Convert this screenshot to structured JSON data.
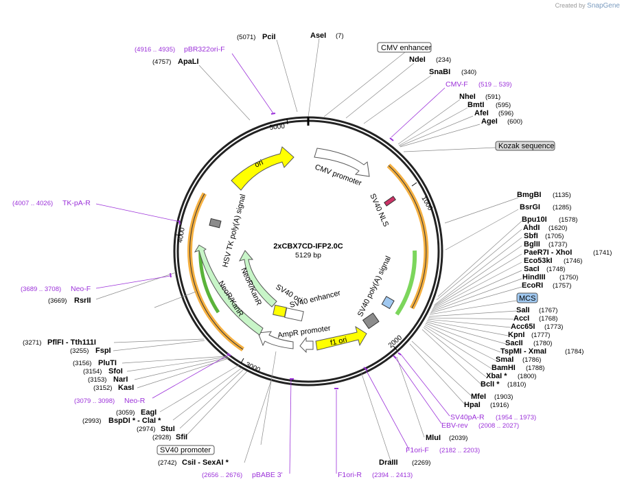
{
  "credit": {
    "prefix": "Created by",
    "brand": "SnapGene"
  },
  "plasmid": {
    "name": "2xCBX7CD-IFP2.0C",
    "size": "5129 bp"
  },
  "ticks": [
    "1000",
    "2000",
    "3000",
    "4000",
    "5000"
  ],
  "features_on_map": [
    "CMV promoter",
    "SV40 NLS",
    "SV40 poly(A) signal",
    "f1 ori",
    "AmpR promoter",
    "SV40 enhancer",
    "SV40 ori",
    "NeoR/KanR",
    "NeoR/KanR",
    "HSV TK poly(A) signal",
    "ori"
  ],
  "feature_labels": [
    "CMV enhancer",
    "Kozak sequence",
    "MCS",
    "SV40 promoter"
  ],
  "enzymes": [
    {
      "name": "AseI",
      "pos": "(7)"
    },
    {
      "name": "PciI",
      "pos": "(5071)"
    },
    {
      "name": "ApaLI",
      "pos": "(4757)"
    },
    {
      "name": "NdeI",
      "pos": "(234)"
    },
    {
      "name": "SnaBI",
      "pos": "(340)"
    },
    {
      "name": "NheI",
      "pos": "(591)"
    },
    {
      "name": "BmtI",
      "pos": "(595)"
    },
    {
      "name": "AfeI",
      "pos": "(596)"
    },
    {
      "name": "AgeI",
      "pos": "(600)"
    },
    {
      "name": "BmgBI",
      "pos": "(1135)"
    },
    {
      "name": "BsrGI",
      "pos": "(1285)"
    },
    {
      "name": "Bpu10I",
      "pos": "(1578)"
    },
    {
      "name": "AhdI",
      "pos": "(1620)"
    },
    {
      "name": "SbfI",
      "pos": "(1705)"
    },
    {
      "name": "BglII",
      "pos": "(1737)"
    },
    {
      "name": "PaeR7I  - XhoI",
      "pos": "(1741)"
    },
    {
      "name": "Eco53kI",
      "pos": "(1746)"
    },
    {
      "name": "SacI",
      "pos": "(1748)"
    },
    {
      "name": "HindIII",
      "pos": "(1750)"
    },
    {
      "name": "EcoRI",
      "pos": "(1757)"
    },
    {
      "name": "SalI",
      "pos": "(1767)"
    },
    {
      "name": "AccI",
      "pos": "(1768)"
    },
    {
      "name": "Acc65I",
      "pos": "(1773)"
    },
    {
      "name": "KpnI",
      "pos": "(1777)"
    },
    {
      "name": "SacII",
      "pos": "(1780)"
    },
    {
      "name": "TspMI  - XmaI",
      "pos": "(1784)"
    },
    {
      "name": "SmaI",
      "pos": "(1786)"
    },
    {
      "name": "BamHI",
      "pos": "(1788)"
    },
    {
      "name": "XbaI *",
      "pos": "(1800)"
    },
    {
      "name": "BclI *",
      "pos": "(1810)"
    },
    {
      "name": "MfeI",
      "pos": "(1903)"
    },
    {
      "name": "HpaI",
      "pos": "(1916)"
    },
    {
      "name": "MluI",
      "pos": "(2039)"
    },
    {
      "name": "DraIII",
      "pos": "(2269)"
    },
    {
      "name": "CsiI  - SexAI *",
      "pos": "(2742)"
    },
    {
      "name": "SfiI",
      "pos": "(2928)"
    },
    {
      "name": "StuI",
      "pos": "(2974)"
    },
    {
      "name": "BspDI *  - ClaI *",
      "pos": "(2993)"
    },
    {
      "name": "EagI",
      "pos": "(3059)"
    },
    {
      "name": "KasI",
      "pos": "(3152)"
    },
    {
      "name": "NarI",
      "pos": "(3153)"
    },
    {
      "name": "SfoI",
      "pos": "(3154)"
    },
    {
      "name": "PluTI",
      "pos": "(3156)"
    },
    {
      "name": "FspI",
      "pos": "(3255)"
    },
    {
      "name": "PflFI  - Tth111I",
      "pos": "(3271)"
    },
    {
      "name": "RsrII",
      "pos": "(3669)"
    }
  ],
  "primers": [
    {
      "name": "pBR322ori-F",
      "pos": "(4916 .. 4935)"
    },
    {
      "name": "CMV-F",
      "pos": "(519 .. 539)"
    },
    {
      "name": "TK-pA-R",
      "pos": "(4007 .. 4026)"
    },
    {
      "name": "Neo-F",
      "pos": "(3689 .. 3708)"
    },
    {
      "name": "Neo-R",
      "pos": "(3079 .. 3098)"
    },
    {
      "name": "SV40pA-R",
      "pos": "(1954 .. 1973)"
    },
    {
      "name": "EBV-rev",
      "pos": "(2008 .. 2027)"
    },
    {
      "name": "F1ori-F",
      "pos": "(2182 .. 2203)"
    },
    {
      "name": "F1ori-R",
      "pos": "(2394 .. 2413)"
    },
    {
      "name": "pBABE 3'",
      "pos": "(2656 .. 2676)"
    }
  ],
  "colors": {
    "ori": "#ffff00",
    "f1ori": "#ffff00",
    "sv40ori": "#ffff00",
    "neokan": "#c8f5c8",
    "promoter": "#ffffff",
    "sv40pa": "#8c8c8c",
    "mcs": "#a0c8f0",
    "orange_feature": "#f5b041",
    "green_feature": "#7cd65c",
    "primer": "#9b30d9"
  }
}
